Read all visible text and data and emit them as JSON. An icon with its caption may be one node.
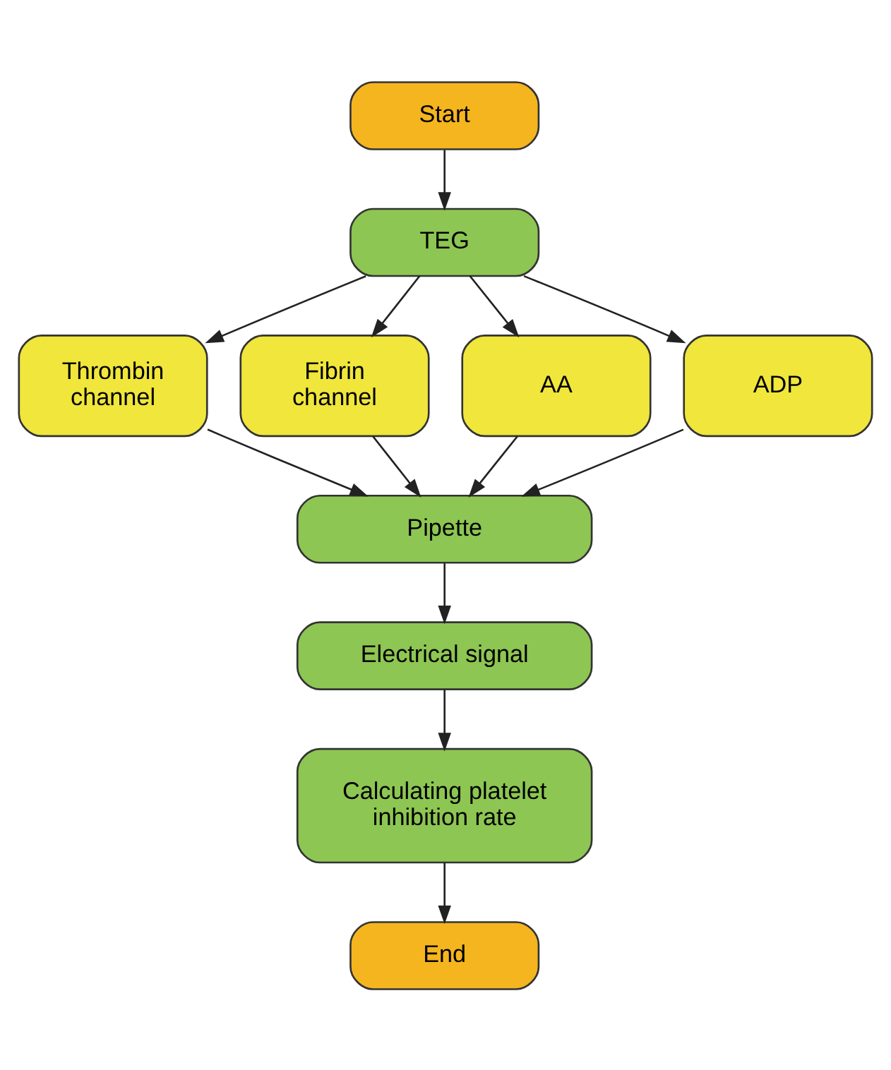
{
  "diagram": {
    "nodes": [
      {
        "text": [
          "Start"
        ]
      },
      {
        "text": [
          "TEG"
        ]
      },
      {
        "text": [
          "Thrombin channel"
        ]
      },
      {
        "text": [
          "Fibrin channel"
        ]
      },
      {
        "text": [
          "AA"
        ]
      },
      {
        "text": [
          "ADP"
        ]
      },
      {
        "text": [
          "Pipette"
        ]
      },
      {
        "text": [
          "Electrical signal"
        ]
      },
      {
        "text": [
          "Calculating platelet inhibition rate"
        ]
      },
      {
        "text": [
          "End"
        ]
      }
    ],
    "edges": [
      {
        "from": 0,
        "to": 1,
        "arrow": "to"
      },
      {
        "from": 1,
        "to": 2,
        "arrow": "to"
      },
      {
        "from": 1,
        "to": 3,
        "arrow": "to"
      },
      {
        "from": 1,
        "to": 4,
        "arrow": "to"
      },
      {
        "from": 1,
        "to": 5,
        "arrow": "to"
      },
      {
        "from": 2,
        "to": 6,
        "arrow": "to"
      },
      {
        "from": 3,
        "to": 6,
        "arrow": "to"
      },
      {
        "from": 4,
        "to": 6,
        "arrow": "to"
      },
      {
        "from": 5,
        "to": 6,
        "arrow": "to"
      },
      {
        "from": 6,
        "to": 7,
        "arrow": "to"
      },
      {
        "from": 7,
        "to": 8,
        "arrow": "to"
      },
      {
        "from": 8,
        "to": 9,
        "arrow": "to"
      }
    ]
  }
}
